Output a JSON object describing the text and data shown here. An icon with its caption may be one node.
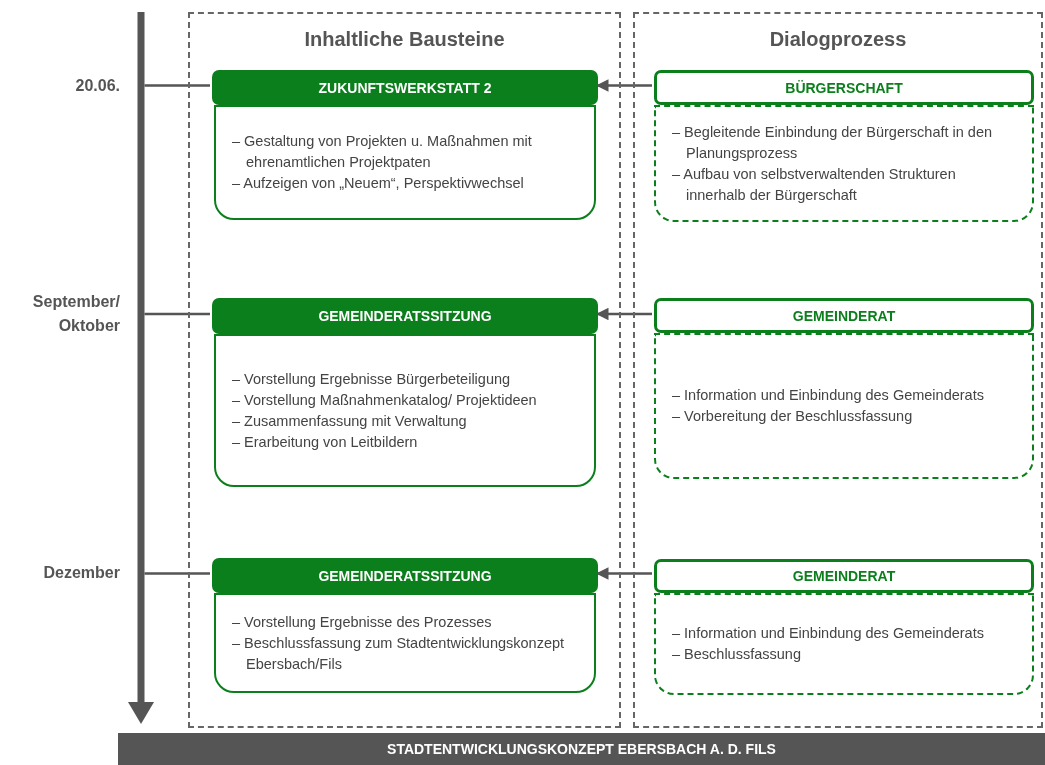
{
  "diagram": {
    "nodes": [
      {
        "text": [],
        "shape": "bar"
      },
      {
        "text": [
          "Inhaltliche Bausteine"
        ]
      },
      {
        "text": [
          "ZUKUNFTSWERKSTATT 2"
        ],
        "in": 1
      },
      {
        "text": [
          "– Gestaltung von Projekten u. Maßnahmen mit ehrenamtlichen Projektpaten",
          "– Aufzeigen von „Neuem“, Perspektivwechsel"
        ],
        "in": 1
      },
      {
        "text": [
          "GEMEINDERATSSITZUNG"
        ],
        "in": 1
      },
      {
        "text": [
          "– Vorstellung Ergebnisse Bürgerbeteiligung",
          "– Vorstellung Maßnahmenkatalog/ Projektideen",
          "– Zusammenfassung mit Verwaltung",
          "– Erarbeitung von Leitbildern"
        ],
        "in": 1
      },
      {
        "text": [
          "GEMEINDERATSSITZUNG"
        ],
        "in": 1
      },
      {
        "text": [
          "– Vorstellung Ergebnisse des Prozesses",
          "– Beschlussfassung zum Stadtentwicklungskonzept Ebersbach/Fils"
        ],
        "in": 1
      },
      {
        "text": [
          "Dialogprozess"
        ]
      },
      {
        "text": [
          "BÜRGERSCHAFT"
        ],
        "in": 8
      },
      {
        "text": [
          "– Begleitende Einbindung der Bürgerschaft in den Planungsprozess",
          "– Aufbau von selbstverwaltenden Strukturen innerhalb der Bürgerschaft"
        ],
        "in": 8
      },
      {
        "text": [
          "GEMEINDERAT"
        ],
        "in": 8
      },
      {
        "text": [
          "– Information und Einbindung des Gemeinderats",
          "– Vorbereitung der Beschlussfassung"
        ],
        "in": 8
      },
      {
        "text": [
          "GEMEINDERAT"
        ],
        "in": 8
      },
      {
        "text": [
          "– Information und Einbindung des Gemeinderats",
          "– Beschlussfassung"
        ],
        "in": 8
      },
      {
        "text": [
          "STADTENTWICKLUNGSKONZEPT EBERSBACH A. D. FILS"
        ]
      }
    ],
    "edges": [
      {
        "from": 0,
        "to": 2,
        "arrow": "none"
      },
      {
        "from": 9,
        "to": 2,
        "arrow": "to"
      },
      {
        "from": 0,
        "to": 4,
        "arrow": "none"
      },
      {
        "from": 11,
        "to": 4,
        "arrow": "to"
      },
      {
        "from": 0,
        "to": 6,
        "arrow": "none"
      },
      {
        "from": 13,
        "to": 6,
        "arrow": "to"
      }
    ],
    "labels": [
      "20.06.",
      "September/ Oktober",
      "Dezember"
    ]
  }
}
